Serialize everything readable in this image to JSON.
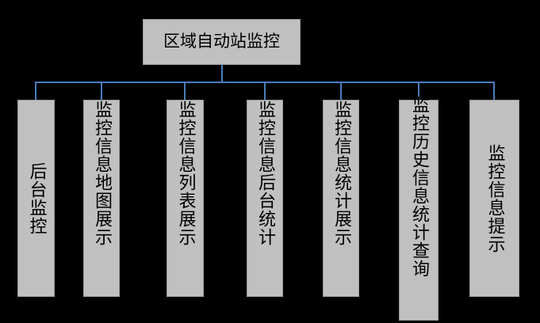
{
  "diagram": {
    "background_color": "#000000",
    "node_fill_color": "#c0c0c0",
    "node_border_color": "#9a9a9a",
    "connector_color": "#4a7ebb",
    "text_color": "#000000",
    "root": {
      "label": "区域自动站监控"
    },
    "children": [
      {
        "label": "后台监控"
      },
      {
        "label": "监控信息地图展示"
      },
      {
        "label": "监控信息列表展示"
      },
      {
        "label": "监控信息后台统计"
      },
      {
        "label": "监控信息统计展示"
      },
      {
        "label": "监控历史信息统计查询"
      },
      {
        "label": "监控信息提示"
      }
    ]
  }
}
